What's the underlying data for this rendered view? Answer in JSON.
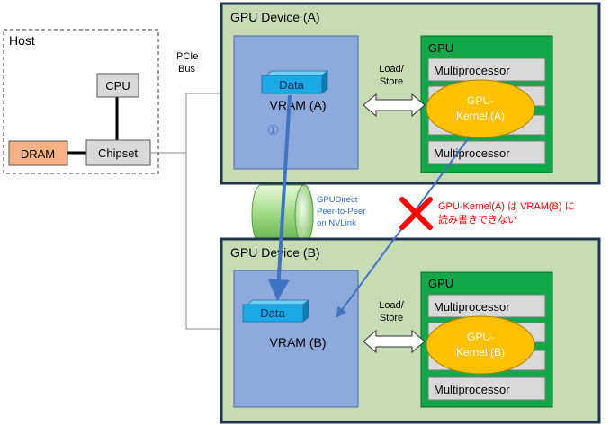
{
  "host": {
    "title": "Host",
    "cpu": "CPU",
    "dram": "DRAM",
    "chipset": "Chipset"
  },
  "bus": {
    "line1": "PCIe",
    "line2": "Bus"
  },
  "device_a": {
    "title": "GPU Device (A)",
    "vram_label": "VRAM (A)",
    "data_label": "Data",
    "gpu_title": "GPU",
    "mp_top": "Multiprocessor",
    "mp_bottom": "Multiprocessor",
    "kernel_line1": "GPU-",
    "kernel_line2": "Kernel (A)",
    "loadstore_line1": "Load/",
    "loadstore_line2": "Store"
  },
  "device_b": {
    "title": "GPU Device (B)",
    "vram_label": "VRAM (B)",
    "data_label": "Data",
    "gpu_title": "GPU",
    "mp_top": "Multiprocessor",
    "mp_bottom": "Multiprocessor",
    "kernel_line1": "GPU-",
    "kernel_line2": "Kernel (B)",
    "loadstore_line1": "Load/",
    "loadstore_line2": "Store"
  },
  "nvlink": {
    "line1": "GPUDirect",
    "line2": "Peer-to-Peer",
    "line3": "on NVLink"
  },
  "step_marker": "①",
  "warning": {
    "line1": "GPU-Kernel(A) は VRAM(B) に",
    "line2": "読み書きできない"
  },
  "colors": {
    "device_border": "#1f3555",
    "device_fill": "#c7dcb5",
    "vram_fill": "#8ea9db",
    "gpu_fill": "#12a84a",
    "mp_fill": "#d9d9d9",
    "kernel_fill": "#ffc000",
    "data_fill": "#19a9e6",
    "dram_fill": "#f4b183",
    "arrow_blue": "#3f74c4",
    "warning_red": "#ff0000"
  }
}
